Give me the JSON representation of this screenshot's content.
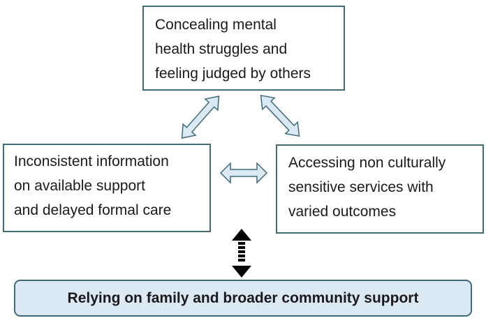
{
  "diagram": {
    "nodes": {
      "top": {
        "lines": [
          "Concealing mental",
          "health struggles and",
          "feeling judged by others"
        ]
      },
      "left": {
        "lines": [
          "Inconsistent information",
          "on available support",
          "and delayed formal care"
        ]
      },
      "right": {
        "lines": [
          "Accessing non culturally",
          "sensitive services with",
          "varied outcomes"
        ]
      },
      "bottom": {
        "label": "Relying on family and broader community support"
      }
    },
    "connections": [
      {
        "from": "top",
        "to": "left",
        "style": "double-headed outline arrow"
      },
      {
        "from": "top",
        "to": "right",
        "style": "double-headed outline arrow"
      },
      {
        "from": "left",
        "to": "right",
        "style": "double-headed outline arrow"
      },
      {
        "from": "left/right group",
        "to": "bottom",
        "style": "double-headed dashed bold arrow"
      }
    ],
    "colors": {
      "box_border": "#3f6b78",
      "arrow_fill": "#dbe9f5",
      "arrow_stroke": "#3f6b78",
      "bottom_fill": "#dbe9f5",
      "bold_arrow": "#000000"
    }
  }
}
